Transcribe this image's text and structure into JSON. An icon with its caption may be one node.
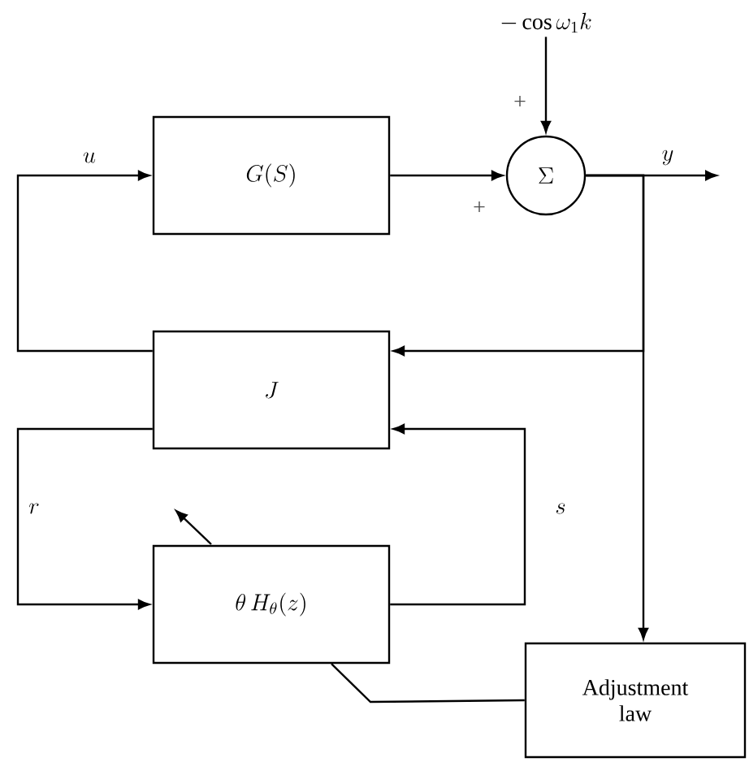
{
  "diagram": {
    "nodes": [
      {
        "text": [
          "G(S)"
        ]
      },
      {
        "text": [
          "\\Sigma"
        ]
      },
      {
        "text": [
          "J"
        ]
      },
      {
        "text": [
          "\\theta\\, H_\\theta(z)"
        ]
      },
      {
        "text": [
          "Adjustment law"
        ]
      },
      {
        "text": [
          "-\\cos\\omega_1 k"
        ]
      }
    ],
    "edges": [
      {
        "from": 5,
        "to": 1,
        "arrow": "to"
      },
      {
        "from": 0,
        "to": 1,
        "arrow": "to"
      },
      {
        "from": 1,
        "to": null,
        "arrow": "to",
        "label": "y"
      },
      {
        "from": 1,
        "to": 2,
        "arrow": "to"
      },
      {
        "from": 1,
        "to": 4,
        "arrow": "to"
      },
      {
        "from": 2,
        "to": 0,
        "arrow": "to",
        "label": "u"
      },
      {
        "from": 2,
        "to": 3,
        "arrow": "to",
        "label": "r"
      },
      {
        "from": 3,
        "to": 2,
        "arrow": "to",
        "label": "s"
      },
      {
        "from": 4,
        "to": 3,
        "arrow": "none"
      }
    ],
    "labels": [
      "+",
      "+"
    ]
  }
}
